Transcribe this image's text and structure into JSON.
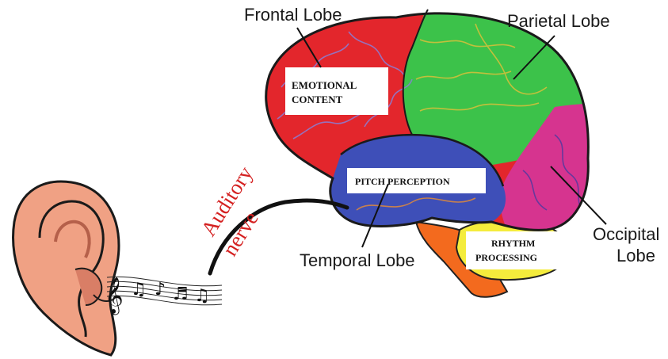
{
  "labels": {
    "frontal": "Frontal Lobe",
    "parietal": "Parietal Lobe",
    "temporal": "Temporal Lobe",
    "occipital_line1": "Occipital",
    "occipital_line2": "Lobe"
  },
  "boxes": {
    "emotional_line1": "EMOTIONAL",
    "emotional_line2": "CONTENT",
    "pitch": "PITCH PERCEPTION",
    "rhythm_line1": "RHYTHM",
    "rhythm_line2": "PROCESSING"
  },
  "nerve": {
    "line1": "Auditory",
    "line2": "nerve"
  },
  "colors": {
    "frontal": "#e3262c",
    "parietal": "#3cc24a",
    "temporal": "#3e4fb8",
    "occipital": "#d6348f",
    "cerebellum": "#f4ec3c",
    "brainstem": "#f36a1e",
    "ear_skin": "#f0a184",
    "nerve_text": "#d42020"
  }
}
